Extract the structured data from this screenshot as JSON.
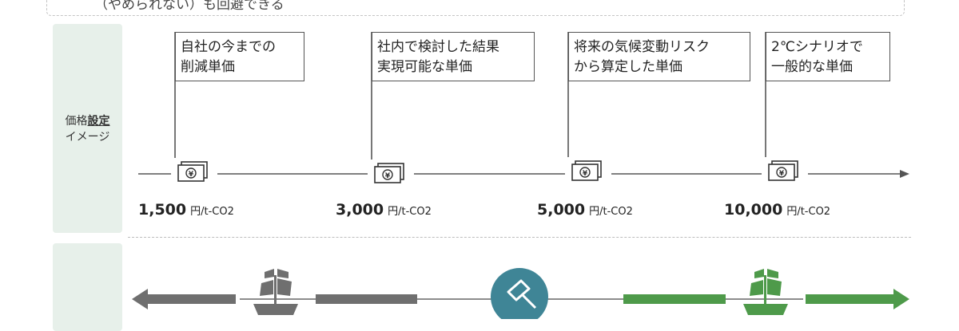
{
  "top_note": "（やめられない）も回避できる",
  "pricing_label": {
    "bold": "設定",
    "line1_prefix": "価格",
    "line2": "イメージ"
  },
  "callouts": [
    {
      "line1": "自社の今までの",
      "line2": "削減単価"
    },
    {
      "line1": "社内で検討した結果",
      "line2": "実現可能な単価"
    },
    {
      "line1": "将来の気候変動リスク",
      "line2": "から算定した単価"
    },
    {
      "line1": "2℃シナリオで",
      "line2": "一般的な単価"
    }
  ],
  "prices": [
    {
      "value": "1,500",
      "unit": "円/t-CO2"
    },
    {
      "value": "3,000",
      "unit": "円/t-CO2"
    },
    {
      "value": "5,000",
      "unit": "円/t-CO2"
    },
    {
      "value": "10,000",
      "unit": "円/t-CO2"
    }
  ],
  "colors": {
    "timeline": "#555555",
    "left_arrow": "#6f6f6f",
    "right_arrow": "#4e9a4a",
    "gavel_circle": "#3f8596",
    "label_bg": "#e7f0ea"
  },
  "icons": [
    "yen-banknote-icon",
    "ship-icon",
    "gavel-icon"
  ]
}
